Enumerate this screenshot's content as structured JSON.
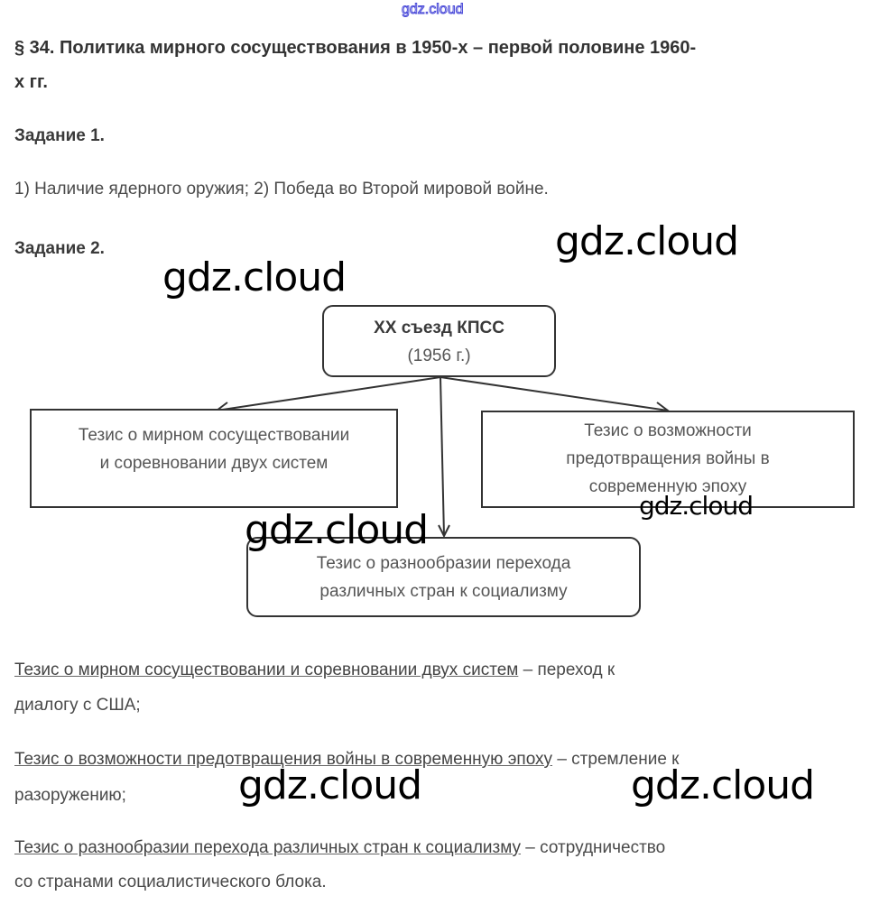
{
  "watermark": "gdz.cloud",
  "title_line1": "§ 34. Политика мирного сосуществования в 1950-х – первой половине 1960-",
  "title_line2": "х гг.",
  "task1": {
    "heading": "Задание 1.",
    "answer": "1) Наличие ядерного оружия; 2) Победа во Второй мировой войне."
  },
  "task2": {
    "heading": "Задание 2."
  },
  "diagram": {
    "top": {
      "line1": "XX съезд КПСС",
      "line2": "(1956 г.)"
    },
    "left": {
      "line1": "Тезис о мирном сосуществовании",
      "line2": "и соревновании двух систем"
    },
    "right": {
      "line1": "Тезис о возможности",
      "line2": "предотвращения войны в",
      "line3": "современную эпоху"
    },
    "bottom": {
      "line1": "Тезис о разнообразии перехода",
      "line2": "различных стран к социализму"
    }
  },
  "explanations": [
    {
      "term": "Тезис о мирном сосуществовании и соревновании двух систем",
      "rest1": " – переход к",
      "rest2": "диалогу с США;"
    },
    {
      "term": "Тезис о возможности предотвращения войны в современную эпоху",
      "rest1": " – стремление к",
      "rest2": "разоружению;"
    },
    {
      "term": "Тезис о разнообразии перехода различных стран к социализму",
      "rest1": " – сотрудничество",
      "rest2": "со странами социалистического блока."
    }
  ]
}
